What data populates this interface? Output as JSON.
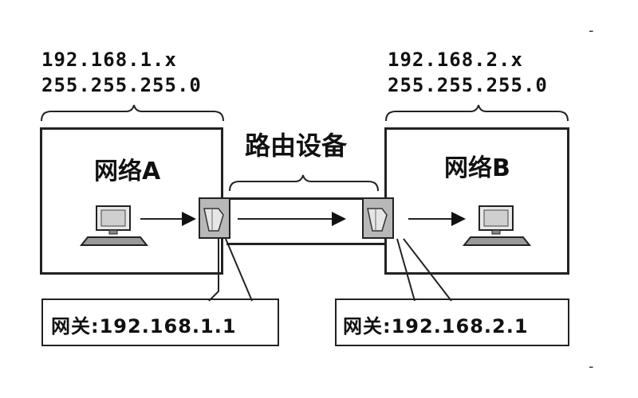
{
  "network_a": {
    "address": "192.168.1.x",
    "netmask": "255.255.255.0",
    "title": "网络A",
    "gateway": "网关:192.168.1.1"
  },
  "network_b": {
    "address": "192.168.2.x",
    "netmask": "255.255.255.0",
    "title": "网络B",
    "gateway": "网关:192.168.2.1"
  },
  "routing_device": {
    "label": "路由设备"
  },
  "colors": {
    "line": "#222222",
    "router_fill": "#b8b8b8",
    "screen_fill": "#d0d0d0"
  },
  "icons": [
    "computer-icon",
    "router-port-icon",
    "arrow-right-icon"
  ]
}
